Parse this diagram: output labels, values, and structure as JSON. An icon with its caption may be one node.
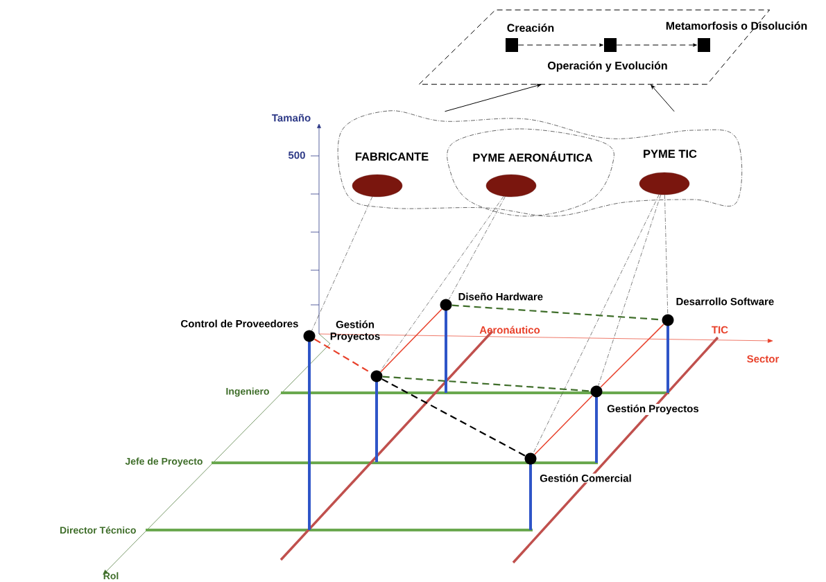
{
  "diagram": {
    "nodes": [
      {
        "text": [],
        "shape": "box"
      },
      {
        "text": [
          "Creación"
        ],
        "in": 0
      },
      {
        "text": [
          "Operación y Evolución"
        ],
        "in": 0
      },
      {
        "text": [
          "Metamorfosis o Disolución"
        ],
        "in": 0
      },
      {
        "text": [],
        "shape": "cloud"
      },
      {
        "text": [
          "FABRICANTE"
        ],
        "in": 4
      },
      {
        "text": [],
        "shape": "cloud",
        "in": 4
      },
      {
        "text": [
          "PYME AERONÁUTICA"
        ],
        "in": 6
      },
      {
        "text": [
          "PYME TIC"
        ],
        "in": 4
      },
      {
        "text": [
          "Control de Proveedores"
        ]
      },
      {
        "text": [
          "Gestión Proyectos"
        ]
      },
      {
        "text": [
          "Diseño Hardware"
        ]
      },
      {
        "text": [
          "Desarrollo Software"
        ]
      },
      {
        "text": [
          "Gestión Proyectos"
        ]
      },
      {
        "text": [
          "Gestión Comercial"
        ]
      }
    ],
    "edges": [
      {
        "from": 1,
        "to": 2,
        "arrow": "to",
        "style": "dashed"
      },
      {
        "from": 2,
        "to": 3,
        "arrow": "to",
        "style": "dashed"
      },
      {
        "from": 4,
        "to": 0,
        "arrow": "to"
      },
      {
        "from": 4,
        "to": 0,
        "arrow": "to"
      },
      {
        "from": 5,
        "to": 9,
        "arrow": "none",
        "style": "dashed"
      },
      {
        "from": 7,
        "to": 10,
        "arrow": "none",
        "style": "dashed"
      },
      {
        "from": 7,
        "to": 11,
        "arrow": "none",
        "style": "dashed"
      },
      {
        "from": 8,
        "to": 12,
        "arrow": "none",
        "style": "dashed"
      },
      {
        "from": 8,
        "to": 13,
        "arrow": "none",
        "style": "dashed"
      },
      {
        "from": 8,
        "to": 14,
        "arrow": "none",
        "style": "dashed"
      },
      {
        "from": 9,
        "to": 10,
        "arrow": "none",
        "style": "dashed",
        "color": "#e8402a"
      },
      {
        "from": 10,
        "to": 13,
        "arrow": "none",
        "style": "dashed",
        "color": "#3f6e2a"
      },
      {
        "from": 11,
        "to": 12,
        "arrow": "none",
        "style": "dashed",
        "color": "#3f6e2a"
      },
      {
        "from": 10,
        "to": 14,
        "arrow": "none",
        "style": "dashed"
      },
      {
        "from": 10,
        "to": 11,
        "arrow": "none",
        "color": "#e8402a"
      },
      {
        "from": 14,
        "to": 13,
        "arrow": "none",
        "color": "#e8402a"
      },
      {
        "from": 13,
        "to": 12,
        "arrow": "none",
        "color": "#e8402a"
      }
    ],
    "labels": [
      "Tamaño",
      "500",
      "Aeronáutico",
      "TIC",
      "Sector",
      "Ingeniero",
      "Jefe de Proyecto",
      "Director Técnico",
      "Rol"
    ]
  }
}
